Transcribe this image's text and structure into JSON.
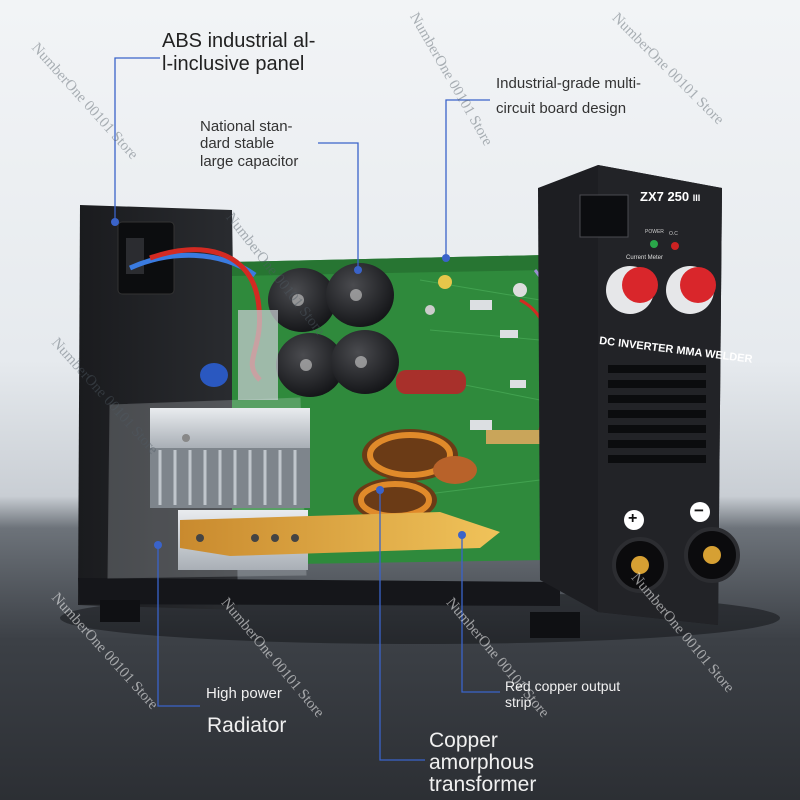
{
  "labels": {
    "abs_panel": [
      "ABS industrial al-",
      "l-inclusive panel"
    ],
    "capacitor": [
      "National stan-",
      "dard stable",
      "large capacitor"
    ],
    "circuit_board": [
      "Industrial-grade multi-",
      "circuit board design"
    ],
    "radiator_small": "High power",
    "radiator_big": "Radiator",
    "copper_strip": [
      "Red copper output",
      "strip"
    ],
    "transformer": [
      "Copper",
      "amorphous",
      "transformer"
    ]
  },
  "device": {
    "model_badge": "ZX7 250",
    "model_suffix": "III",
    "front_text": "DC INVERTER MMA WELDER",
    "knob_label": "Current Meter",
    "led_labels": [
      "POWER",
      "O.C"
    ],
    "plus_terminal": "+",
    "minus_terminal": "−"
  },
  "watermark": "NumberOne 00101 Store",
  "colors": {
    "pcb_green": "#2f8a3c",
    "callout_line": "#3a63c9",
    "case_black": "#1c1d20",
    "knob_red": "#d9262b"
  }
}
